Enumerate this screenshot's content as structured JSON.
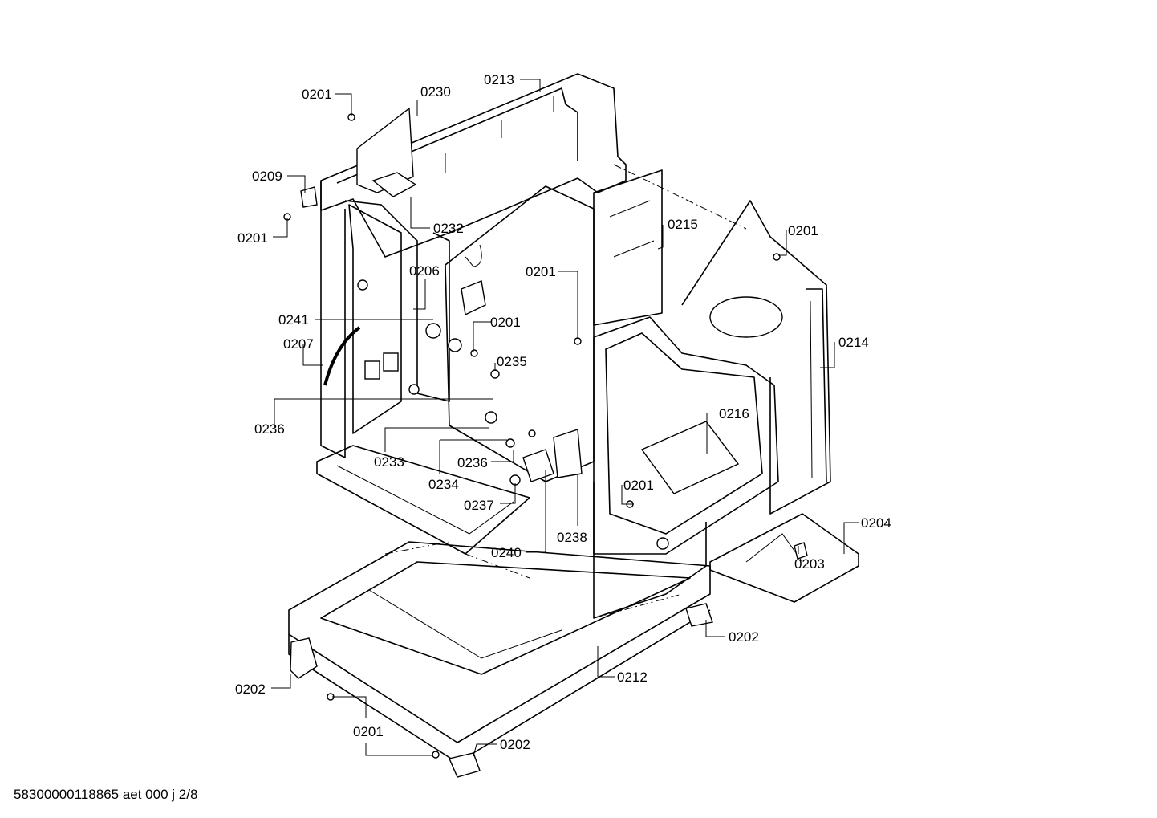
{
  "footer": {
    "code": "58300000118865 aet 000 j 2/8"
  },
  "callouts": [
    "0201",
    "0230",
    "0213",
    "0209",
    "0201",
    "0232",
    "0215",
    "0201",
    "0206",
    "0201",
    "0241",
    "0201",
    "0207",
    "0235",
    "0214",
    "0236",
    "0216",
    "0233",
    "0236",
    "0234",
    "0201",
    "0237",
    "0238",
    "0240",
    "0204",
    "0203",
    "0202",
    "0212",
    "0202",
    "0201",
    "0202"
  ]
}
